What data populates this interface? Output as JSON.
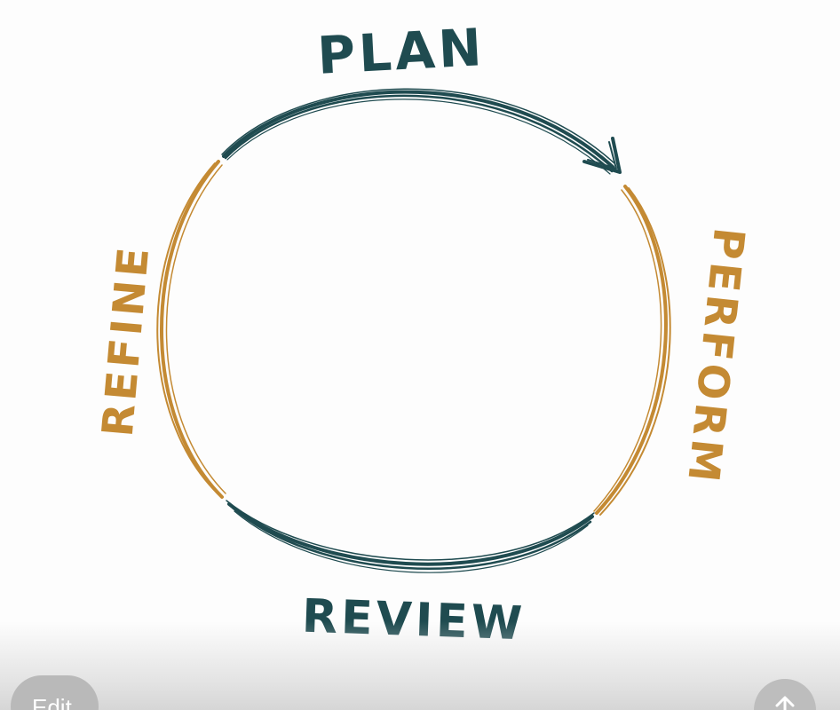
{
  "diagram": {
    "labels": {
      "plan": "PLAN",
      "perform": "PERFORM",
      "review": "REVIEW",
      "refine": "REFINE"
    },
    "colors": {
      "teal": "#1f4b50",
      "gold": "#c48a33",
      "background": "#fdfdfd"
    }
  },
  "controls": {
    "edit_label": "Edit",
    "up_icon": "arrow-up-icon"
  }
}
